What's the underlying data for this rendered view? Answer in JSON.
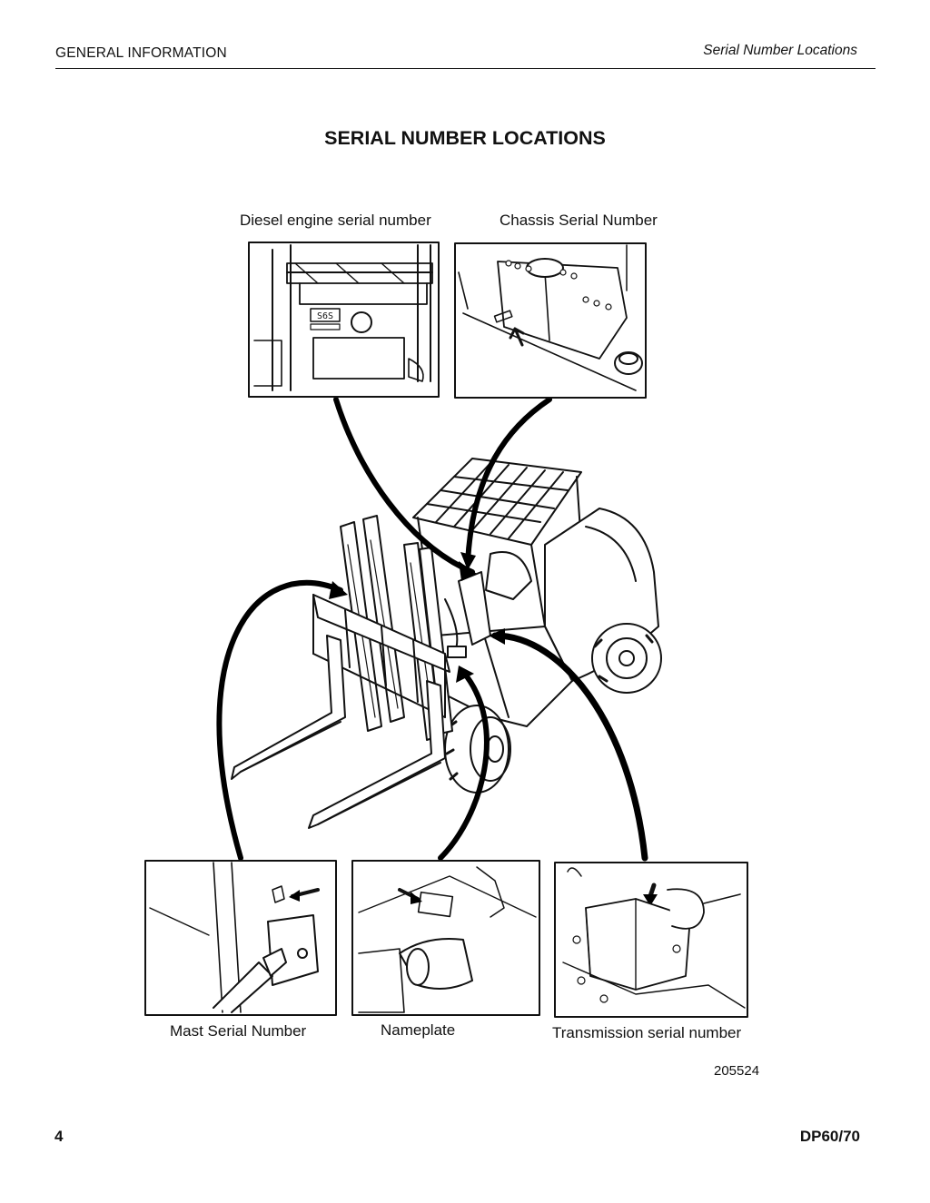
{
  "header": {
    "section": "GENERAL INFORMATION",
    "topic": "Serial Number Locations"
  },
  "page_title": "SERIAL NUMBER LOCATIONS",
  "figure": {
    "callouts": {
      "diesel_engine": "Diesel engine serial number",
      "chassis": "Chassis Serial Number",
      "mast": "Mast Serial Number",
      "nameplate": "Nameplate",
      "transmission": "Transmission serial number"
    },
    "engine_plate_text": "S6S",
    "figure_number": "205524"
  },
  "footer": {
    "page_number": "4",
    "model": "DP60/70"
  }
}
